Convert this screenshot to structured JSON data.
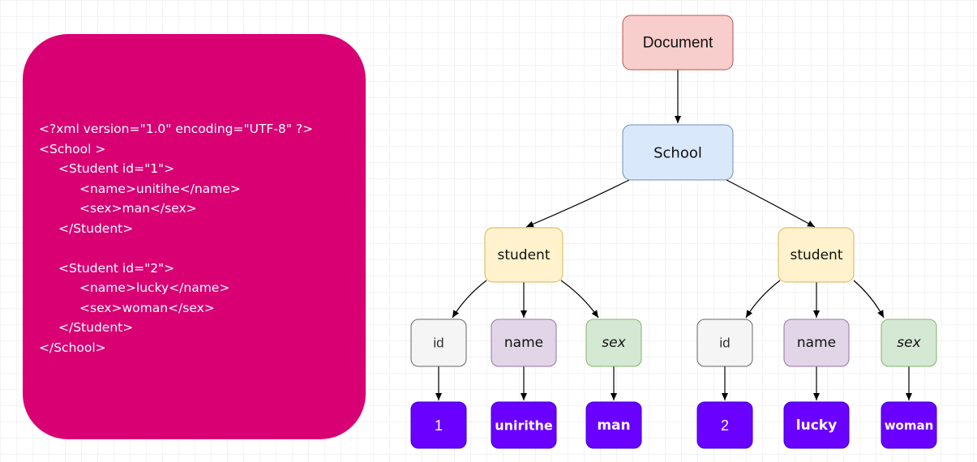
{
  "xml": {
    "lines": [
      "<?xml version=\"1.0\" encoding=\"UTF-8\" ?>",
      "<School >",
      "<Student id=\"1\">",
      "<name>unitihe</name>",
      "<sex>man</sex>",
      "</Student>",
      "<Student id=\"2\">",
      "<name>lucky</name>",
      "<sex>woman</sex>",
      "</Student>",
      "</School>"
    ]
  },
  "tree": {
    "root": "Document",
    "school": "School",
    "students": [
      {
        "label": "student",
        "fields": [
          "id",
          "name",
          "sex"
        ],
        "values": [
          "1",
          "unirithe",
          "man"
        ]
      },
      {
        "label": "student",
        "fields": [
          "id",
          "name",
          "sex"
        ],
        "values": [
          "2",
          "lucky",
          "woman"
        ]
      }
    ]
  },
  "colors": {
    "panel": "#d80073",
    "document_fill": "#f8cecc",
    "document_stroke": "#b85450",
    "school_fill": "#dae8fc",
    "school_stroke": "#6c8ebf",
    "student_fill": "#fff2cc",
    "student_stroke": "#d6b656",
    "id_fill": "#f5f5f5",
    "id_stroke": "#666666",
    "name_fill": "#e1d5e7",
    "name_stroke": "#9673a6",
    "sex_fill": "#d5e8d4",
    "sex_stroke": "#82b366",
    "value_fill": "#6a00ff"
  }
}
